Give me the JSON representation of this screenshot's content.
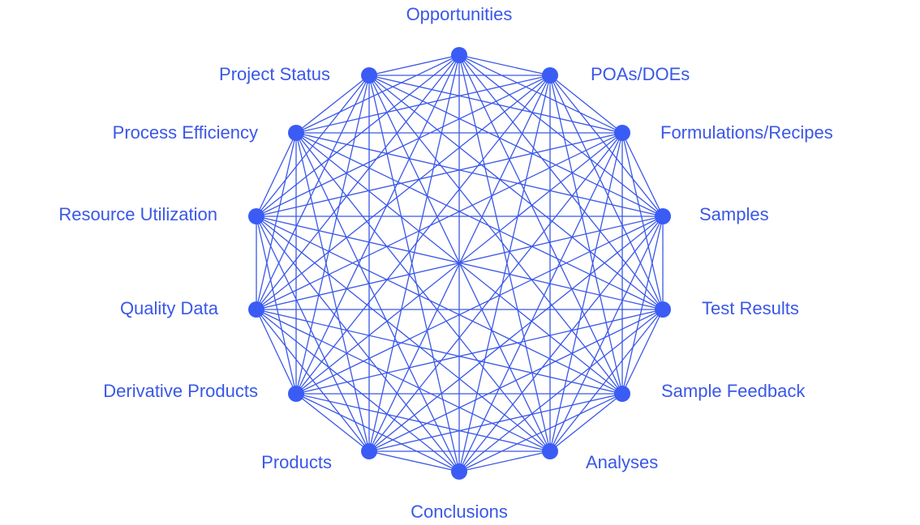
{
  "diagram": {
    "type": "complete-graph",
    "colors": {
      "edge": "#3a57e8",
      "node": "#3a5cf5",
      "label": "#3a57e8"
    },
    "nodes": [
      {
        "id": "opportunities",
        "label": "Opportunities"
      },
      {
        "id": "poas-does",
        "label": "POAs/DOEs"
      },
      {
        "id": "formulations-recipes",
        "label": "Formulations/Recipes"
      },
      {
        "id": "samples",
        "label": "Samples"
      },
      {
        "id": "test-results",
        "label": "Test Results"
      },
      {
        "id": "sample-feedback",
        "label": "Sample Feedback"
      },
      {
        "id": "analyses",
        "label": "Analyses"
      },
      {
        "id": "conclusions",
        "label": "Conclusions"
      },
      {
        "id": "products",
        "label": "Products"
      },
      {
        "id": "derivative-products",
        "label": "Derivative Products"
      },
      {
        "id": "quality-data",
        "label": "Quality Data"
      },
      {
        "id": "resource-utilization",
        "label": "Resource Utilization"
      },
      {
        "id": "process-efficiency",
        "label": "Process Efficiency"
      },
      {
        "id": "project-status",
        "label": "Project Status"
      }
    ]
  }
}
